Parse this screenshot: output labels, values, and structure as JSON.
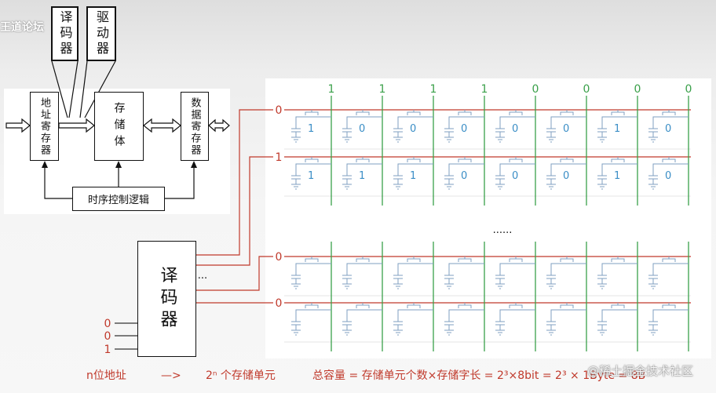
{
  "watermarks": {
    "top_left": "王道论坛",
    "bottom_right": "@稀土掘金技术社区"
  },
  "block_diagram": {
    "decoder_box": "译码器",
    "driver_box": "驱动器",
    "address_register": "地址寄存器",
    "memory_bank": "存储体",
    "data_register": "数据寄存器",
    "timing_control": "时序控制逻辑"
  },
  "decoder": {
    "label": "译码器",
    "address_bits": [
      "0",
      "0",
      "1"
    ],
    "ellipsis": "..."
  },
  "grid": {
    "column_bits": [
      "1",
      "1",
      "1",
      "1",
      "0",
      "0",
      "0",
      "0"
    ],
    "rows": [
      {
        "label": "0",
        "cells": [
          "1",
          "0",
          "0",
          "0",
          "0",
          "0",
          "1",
          "0"
        ]
      },
      {
        "label": "1",
        "cells": [
          "1",
          "1",
          "1",
          "0",
          "0",
          "0",
          "1",
          "0"
        ]
      },
      {
        "label": "0",
        "cells": []
      },
      {
        "label": "0",
        "cells": []
      }
    ],
    "ellipsis": "......"
  },
  "formula": {
    "address": "n位地址",
    "arrow": "—>",
    "cells": "2ⁿ 个存储单元",
    "capacity": "总容量 = 存储单元个数×存储字长 = 2³×8bit = 2³ × 1Byte = 8B"
  },
  "colors": {
    "word_line": "#c0392b",
    "bit_line": "#3aa04a",
    "cell_value": "#3b8ec6",
    "cell_circuit": "#7f9fc0"
  }
}
